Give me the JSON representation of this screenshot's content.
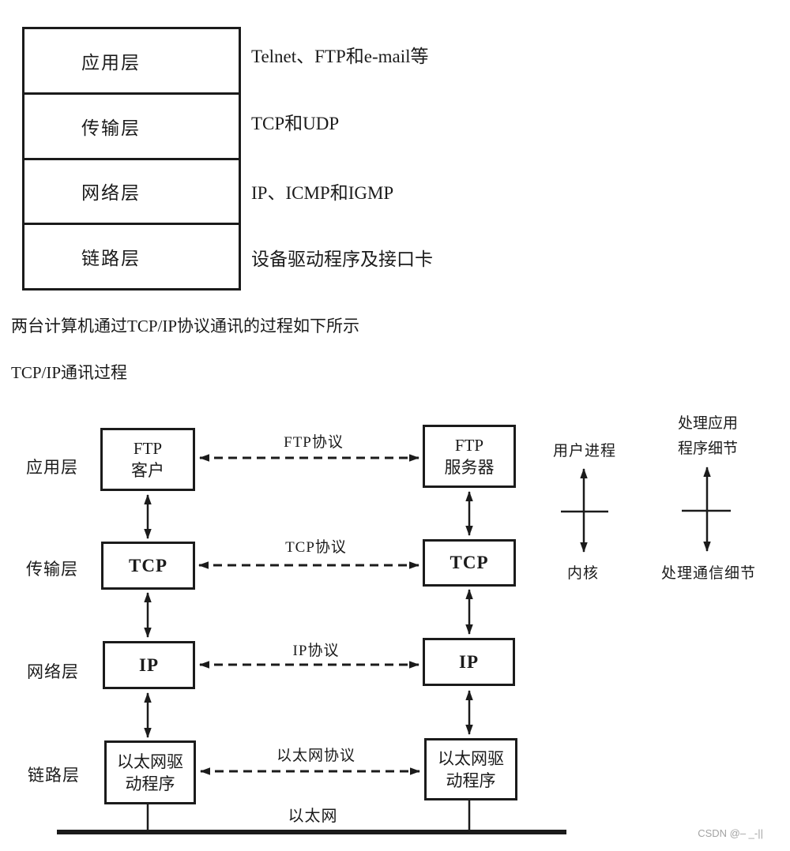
{
  "page": {
    "ink_color": "#1b1b1b",
    "background": "#ffffff",
    "watermark": {
      "text": "CSDN @– _-||",
      "color": "#a3a3a3"
    }
  },
  "stack_table": {
    "rows": [
      {
        "layer": "应用层",
        "description": "Telnet、FTP和e-mail等"
      },
      {
        "layer": "传输层",
        "description": "TCP和UDP"
      },
      {
        "layer": "网络层",
        "description": "IP、ICMP和IGMP"
      },
      {
        "layer": "链路层",
        "description": "设备驱动程序及接口卡"
      }
    ]
  },
  "paragraphs": {
    "intro": "两台计算机通过TCP/IP协议通讯的过程如下所示",
    "subtitle": "TCP/IP通讯过程"
  },
  "diagram": {
    "layer_labels": [
      "应用层",
      "传输层",
      "网络层",
      "链路层"
    ],
    "left_stack": {
      "ftp_line1": "FTP",
      "ftp_line2": "客户",
      "tcp": "TCP",
      "ip": "IP",
      "eth_line1": "以太网驱",
      "eth_line2": "动程序"
    },
    "right_stack": {
      "ftp_line1": "FTP",
      "ftp_line2": "服务器",
      "tcp": "TCP",
      "ip": "IP",
      "eth_line1": "以太网驱",
      "eth_line2": "动程序"
    },
    "protocol_labels": {
      "ftp": "FTP协议",
      "tcp": "TCP协议",
      "ip": "IP协议",
      "eth": "以太网协议"
    },
    "ethernet_label": "以太网",
    "annotations": {
      "user_process": "用户进程",
      "kernel": "内核",
      "app_details_line1": "处理应用",
      "app_details_line2": "程序细节",
      "comm_details": "处理通信细节"
    }
  }
}
